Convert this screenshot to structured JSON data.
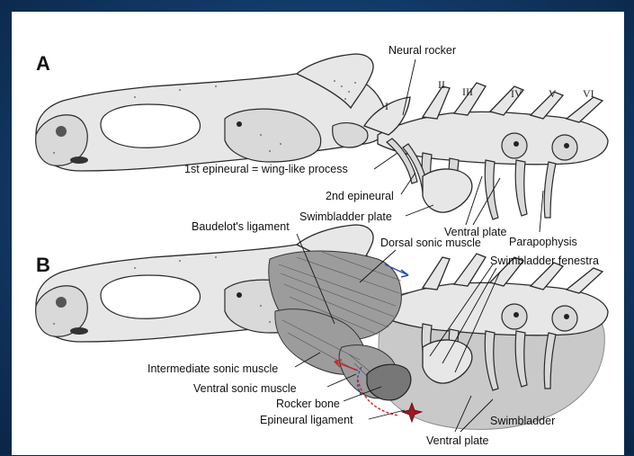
{
  "panels": {
    "a": "A",
    "b": "B"
  },
  "labels_a": {
    "neural_rocker": "Neural rocker",
    "first_epineural": "1st epineural = wing-like process",
    "second_epineural": "2nd epineural",
    "swimbladder_plate": "Swimbladder plate",
    "ventral_plate": "Ventral plate",
    "parapophysis": "Parapophysis"
  },
  "vertebra_numerals": [
    "I",
    "II",
    "III",
    "IV",
    "V",
    "VI"
  ],
  "labels_b": {
    "baudelot": "Baudelot's ligament",
    "dorsal_sonic": "Dorsal sonic muscle",
    "swimbladder_fenestra": "Swimbladder fenestra",
    "intermediate_sonic": "Intermediate sonic muscle",
    "ventral_sonic": "Ventral sonic muscle",
    "rocker_bone": "Rocker bone",
    "epineural_ligament": "Epineural ligament",
    "swimbladder": "Swimbladder",
    "ventral_plate": "Ventral plate"
  },
  "colors": {
    "background": "#123c6a",
    "muscle": "#9c9c9c",
    "swimbladder": "#c9c9c9",
    "arrow_blue": "#2b4fb0",
    "arrow_red": "#c0282a",
    "star": "#a01820"
  }
}
